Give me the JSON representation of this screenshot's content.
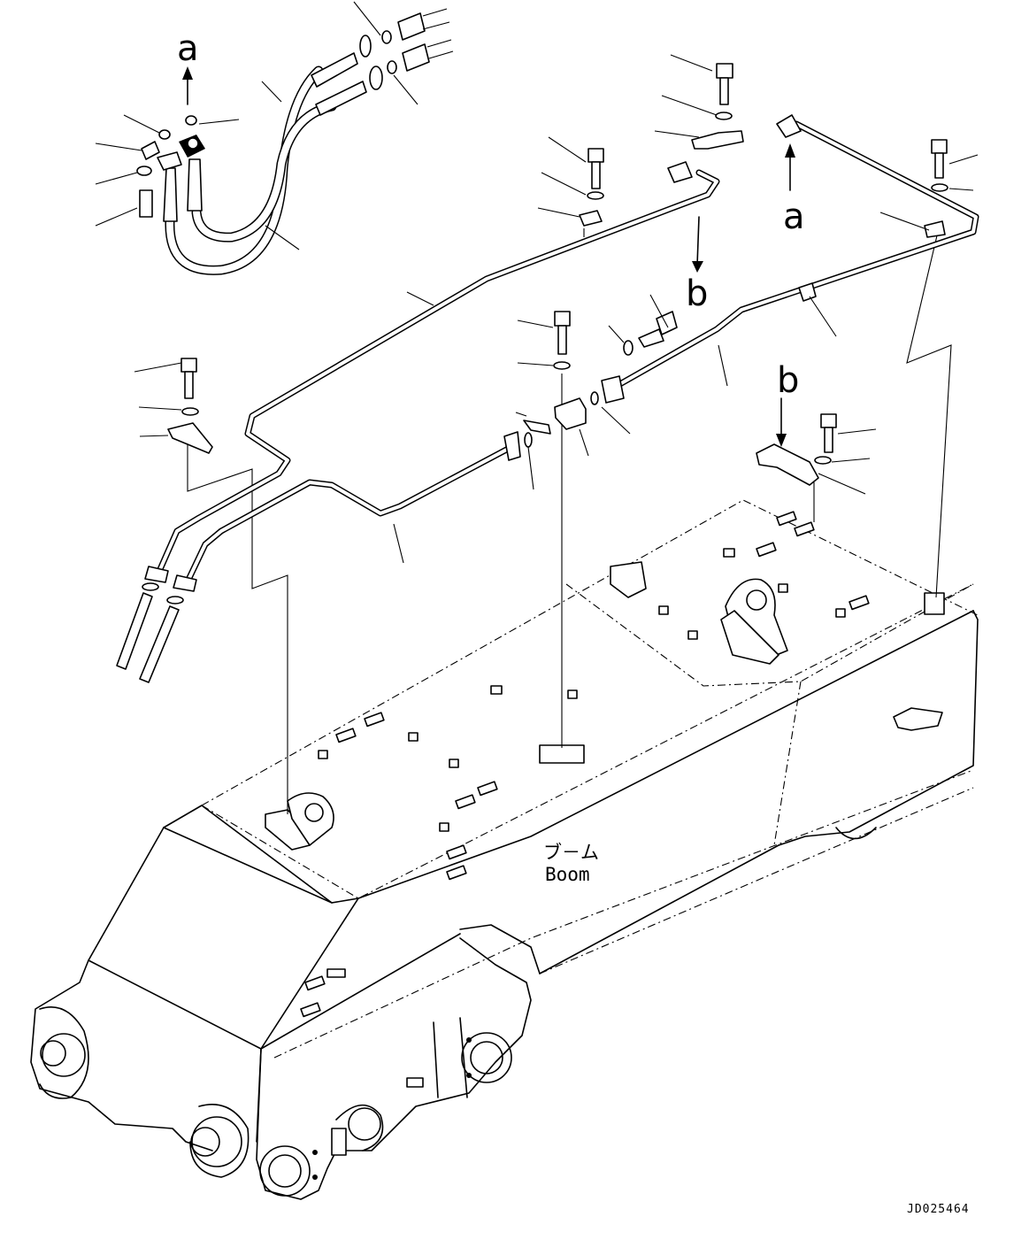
{
  "drawing_code": "JD025464",
  "boom_label_jp": "ブ－ム",
  "boom_label_en": "Boom",
  "view_markers": {
    "a_top": "a",
    "a_right": "a",
    "b_center": "b",
    "b_right": "b"
  }
}
